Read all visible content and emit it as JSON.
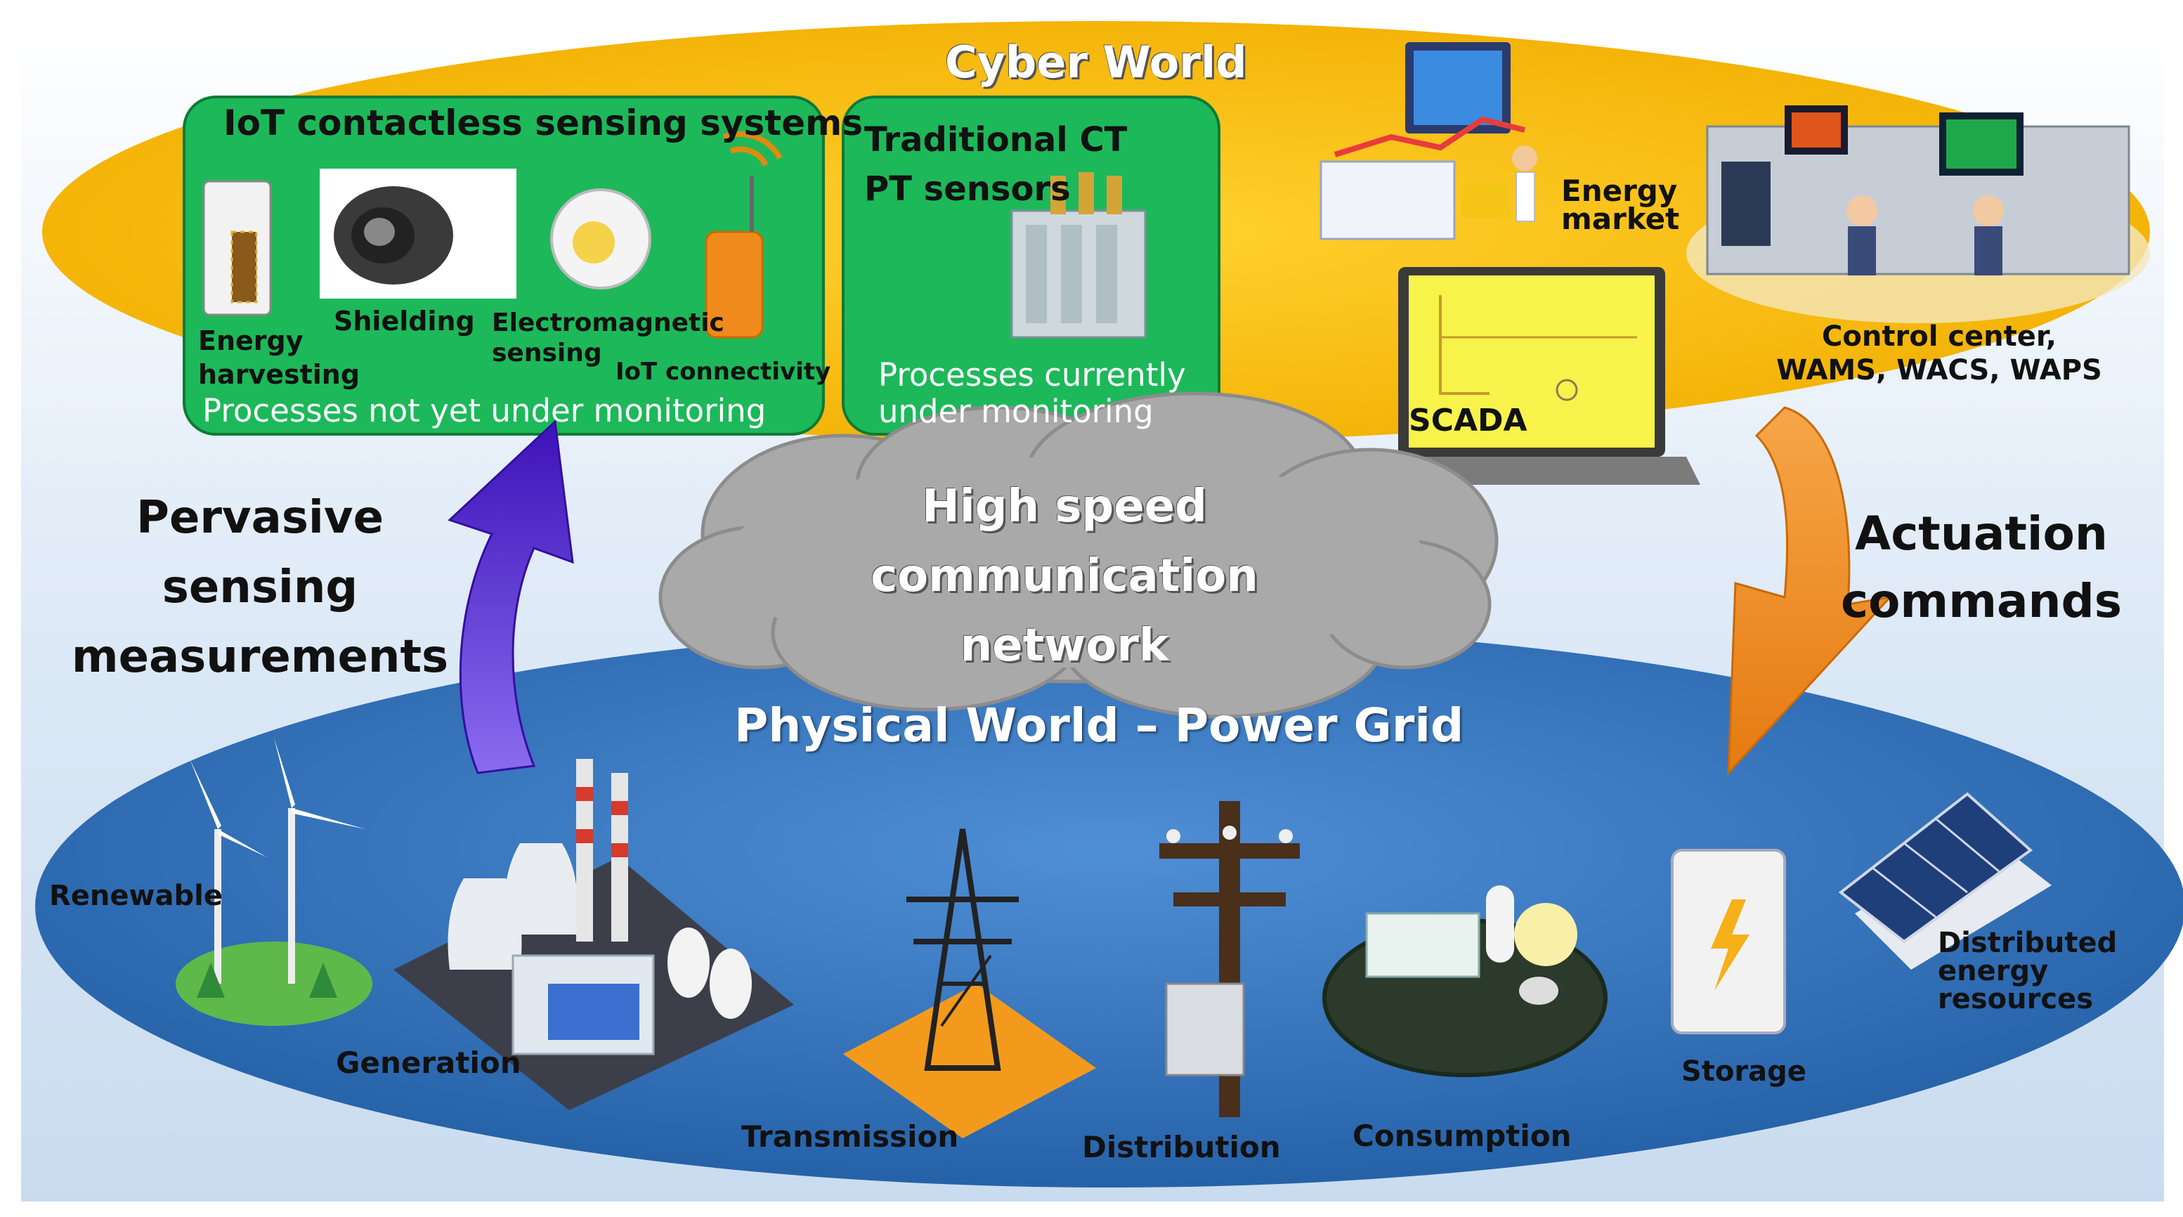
{
  "diagram": {
    "cyber_world": {
      "title": "Cyber World",
      "iot_box": {
        "title": "IoT contactless sensing systems",
        "items": {
          "energy_harvesting": "Energy harvesting",
          "shielding": "Shielding",
          "em_sensing": "Electromagnetic sensing",
          "iot_connectivity": "IoT connectivity"
        },
        "caption": "Processes not yet under monitoring"
      },
      "traditional_box": {
        "title": "Traditional CT PT sensors",
        "caption": "Processes currently under monitoring"
      },
      "energy_market": "Energy market",
      "scada": "SCADA",
      "control_center": "Control center, WAMS, WACS, WAPS"
    },
    "network": "High speed communication network",
    "left_arrow_label": "Pervasive sensing measurements",
    "right_arrow_label": "Actuation commands",
    "physical_world": {
      "title": "Physical World – Power Grid",
      "components": {
        "renewable": "Renewable",
        "generation": "Generation",
        "transmission": "Transmission",
        "distribution": "Distribution",
        "consumption": "Consumption",
        "storage": "Storage",
        "der": "Distributed energy resources"
      }
    },
    "colors": {
      "cyber_ellipse": "#F5B800",
      "physical_ellipse": "#2E6DB4",
      "green_box": "#1DB85A",
      "cloud": "#A9A9A9",
      "up_arrow": "#5A1FD1",
      "down_arrow": "#F08A1C"
    }
  }
}
